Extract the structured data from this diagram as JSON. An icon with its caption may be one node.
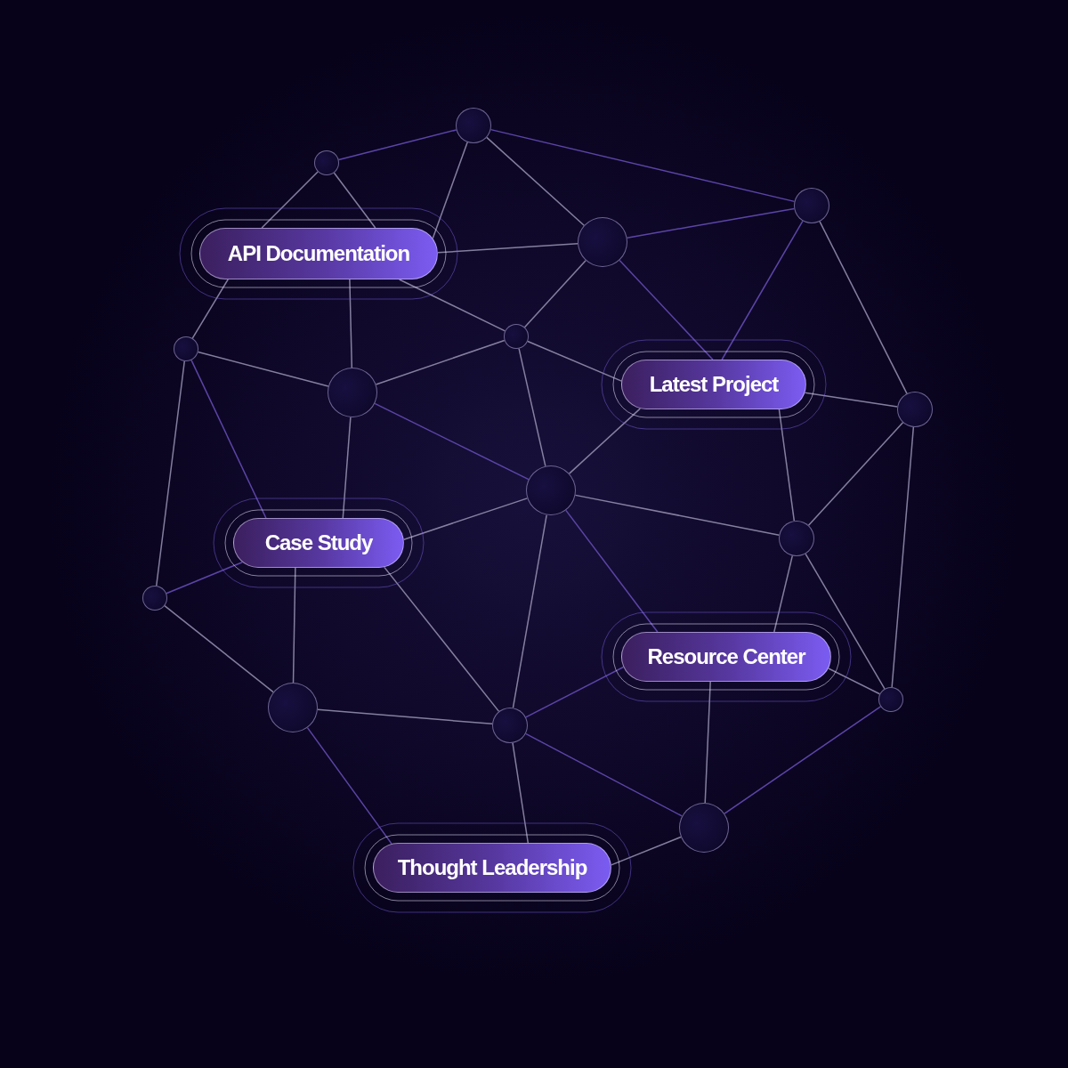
{
  "diagram": {
    "nodes": [
      {
        "text": [],
        "shape": "circle"
      },
      {
        "text": [],
        "shape": "circle"
      },
      {
        "text": [],
        "shape": "circle"
      },
      {
        "text": [
          "API Documentation"
        ]
      },
      {
        "text": [],
        "shape": "circle"
      },
      {
        "text": [],
        "shape": "circle"
      },
      {
        "text": [],
        "shape": "circle"
      },
      {
        "text": [
          "Latest Project"
        ]
      },
      {
        "text": [],
        "shape": "circle"
      },
      {
        "text": [],
        "shape": "circle"
      },
      {
        "text": [],
        "shape": "circle"
      },
      {
        "text": [
          "Case Study"
        ]
      },
      {
        "text": [],
        "shape": "circle"
      },
      {
        "text": [],
        "shape": "circle"
      },
      {
        "text": [
          "Resource Center"
        ]
      },
      {
        "text": [],
        "shape": "circle"
      },
      {
        "text": [],
        "shape": "circle"
      },
      {
        "text": [],
        "shape": "circle"
      },
      {
        "text": [],
        "shape": "circle"
      },
      {
        "text": [
          "Thought Leadership"
        ]
      }
    ],
    "edges": [
      {
        "from": 1,
        "to": 0,
        "arrow": "none",
        "color": "#5b45a8"
      },
      {
        "from": 0,
        "to": 2,
        "arrow": "none",
        "color": "#5b45a8"
      },
      {
        "from": 0,
        "to": 4,
        "arrow": "none"
      },
      {
        "from": 0,
        "to": 3,
        "arrow": "none"
      },
      {
        "from": 1,
        "to": 3,
        "arrow": "none"
      },
      {
        "from": 1,
        "to": 3,
        "arrow": "none"
      },
      {
        "from": 3,
        "to": 4,
        "arrow": "none"
      },
      {
        "from": 3,
        "to": 5,
        "arrow": "none"
      },
      {
        "from": 3,
        "to": 6,
        "arrow": "none"
      },
      {
        "from": 3,
        "to": 8,
        "arrow": "none"
      },
      {
        "from": 4,
        "to": 2,
        "arrow": "none",
        "color": "#5b45a8"
      },
      {
        "from": 4,
        "to": 5,
        "arrow": "none"
      },
      {
        "from": 4,
        "to": 7,
        "arrow": "none",
        "color": "#5b45a8"
      },
      {
        "from": 2,
        "to": 7,
        "arrow": "none",
        "color": "#5b45a8"
      },
      {
        "from": 2,
        "to": 9,
        "arrow": "none"
      },
      {
        "from": 5,
        "to": 8,
        "arrow": "none"
      },
      {
        "from": 5,
        "to": 7,
        "arrow": "none"
      },
      {
        "from": 5,
        "to": 10,
        "arrow": "none"
      },
      {
        "from": 6,
        "to": 8,
        "arrow": "none"
      },
      {
        "from": 6,
        "to": 11,
        "arrow": "none",
        "color": "#5b45a8"
      },
      {
        "from": 6,
        "to": 13,
        "arrow": "none"
      },
      {
        "from": 8,
        "to": 10,
        "arrow": "none",
        "color": "#5b45a8"
      },
      {
        "from": 8,
        "to": 11,
        "arrow": "none"
      },
      {
        "from": 7,
        "to": 10,
        "arrow": "none"
      },
      {
        "from": 7,
        "to": 9,
        "arrow": "none"
      },
      {
        "from": 7,
        "to": 12,
        "arrow": "none"
      },
      {
        "from": 10,
        "to": 11,
        "arrow": "none"
      },
      {
        "from": 10,
        "to": 12,
        "arrow": "none"
      },
      {
        "from": 10,
        "to": 14,
        "arrow": "none",
        "color": "#5b45a8"
      },
      {
        "from": 10,
        "to": 16,
        "arrow": "none"
      },
      {
        "from": 9,
        "to": 12,
        "arrow": "none"
      },
      {
        "from": 9,
        "to": 17,
        "arrow": "none"
      },
      {
        "from": 12,
        "to": 14,
        "arrow": "none"
      },
      {
        "from": 12,
        "to": 17,
        "arrow": "none"
      },
      {
        "from": 13,
        "to": 11,
        "arrow": "none",
        "color": "#5b45a8"
      },
      {
        "from": 13,
        "to": 15,
        "arrow": "none"
      },
      {
        "from": 11,
        "to": 15,
        "arrow": "none"
      },
      {
        "from": 11,
        "to": 16,
        "arrow": "none"
      },
      {
        "from": 15,
        "to": 16,
        "arrow": "none"
      },
      {
        "from": 15,
        "to": 19,
        "arrow": "none",
        "color": "#5b45a8"
      },
      {
        "from": 16,
        "to": 14,
        "arrow": "none",
        "color": "#5b45a8"
      },
      {
        "from": 16,
        "to": 18,
        "arrow": "none",
        "color": "#5b45a8"
      },
      {
        "from": 16,
        "to": 19,
        "arrow": "none"
      },
      {
        "from": 14,
        "to": 18,
        "arrow": "none"
      },
      {
        "from": 14,
        "to": 17,
        "arrow": "none"
      },
      {
        "from": 17,
        "to": 18,
        "arrow": "none",
        "color": "#5b45a8"
      },
      {
        "from": 18,
        "to": 19,
        "arrow": "none"
      }
    ]
  }
}
